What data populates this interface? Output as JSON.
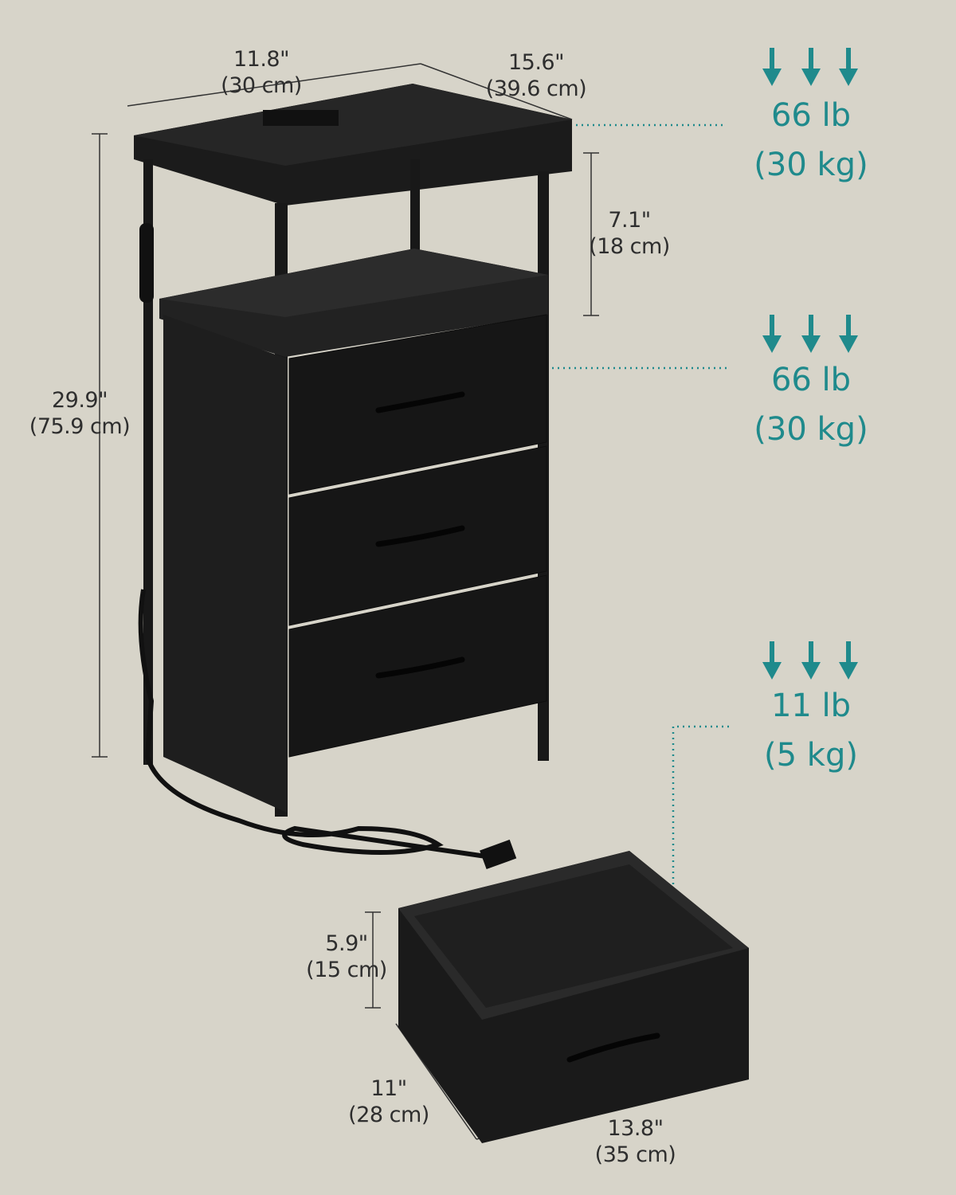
{
  "dimensions": {
    "top_width": {
      "in": "11.8\"",
      "cm": "(30 cm)"
    },
    "top_depth": {
      "in": "15.6\"",
      "cm": "(39.6 cm)"
    },
    "shelf_height": {
      "in": "7.1\"",
      "cm": "(18 cm)"
    },
    "total_height": {
      "in": "29.9\"",
      "cm": "(75.9 cm)"
    },
    "drawer_height": {
      "in": "5.9\"",
      "cm": "(15 cm)"
    },
    "drawer_depth": {
      "in": "11\"",
      "cm": "(28 cm)"
    },
    "drawer_width": {
      "in": "13.8\"",
      "cm": "(35 cm)"
    }
  },
  "loads": [
    {
      "lb": "66 lb",
      "kg": "(30 kg)"
    },
    {
      "lb": "66 lb",
      "kg": "(30 kg)"
    },
    {
      "lb": "11 lb",
      "kg": "(5 kg)"
    }
  ],
  "colors": {
    "accent": "#1f8a8c",
    "background": "#d7d4c9",
    "product": "#1c1c1c"
  }
}
